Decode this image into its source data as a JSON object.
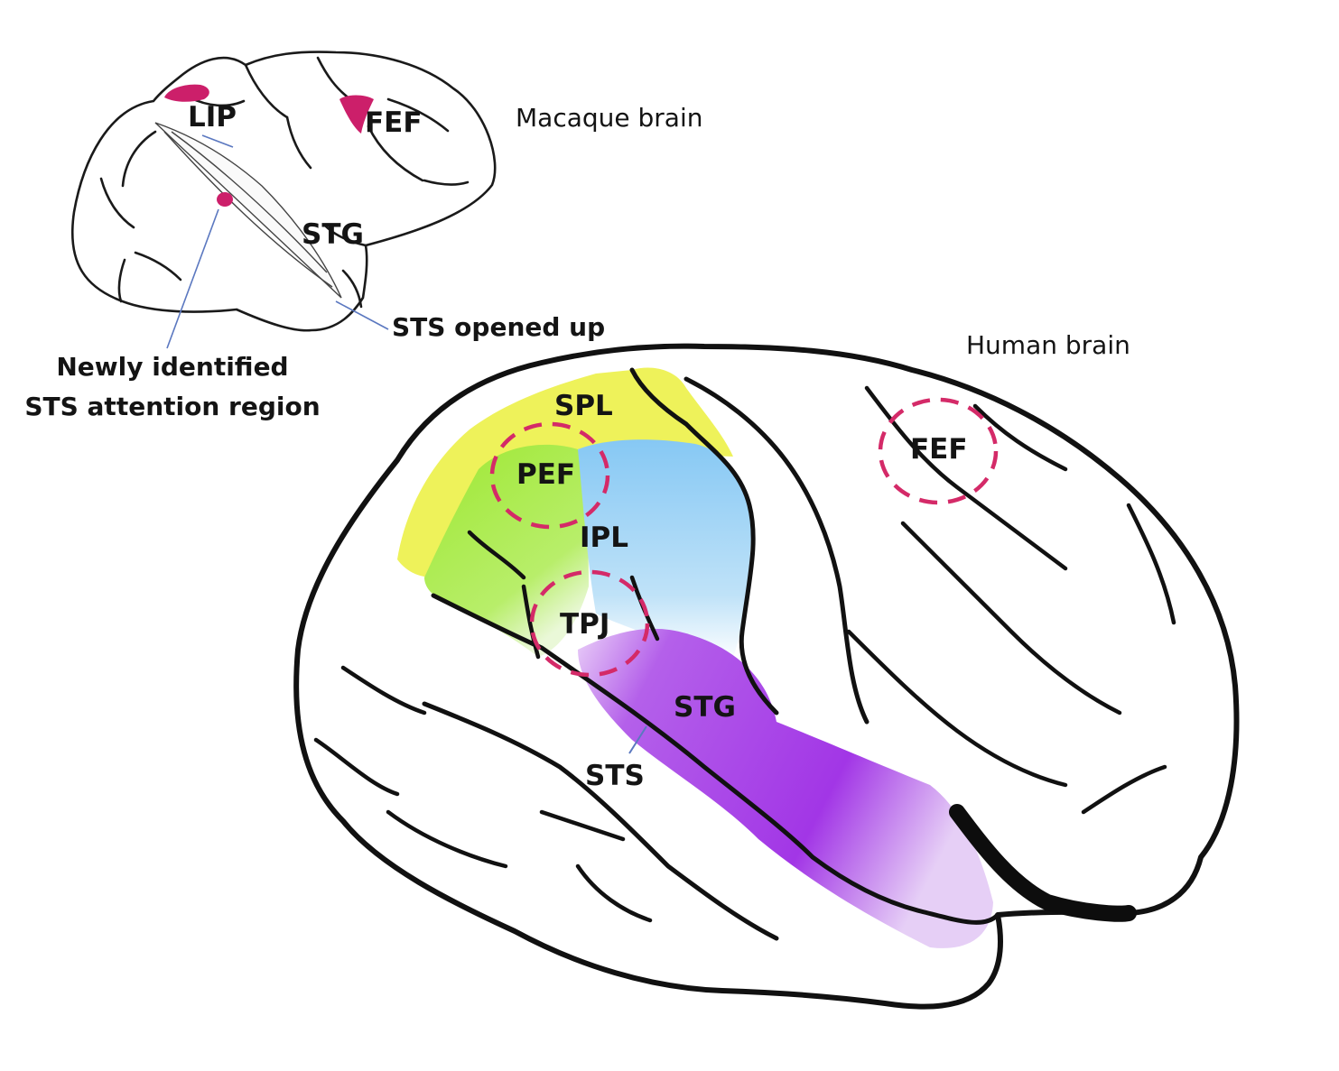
{
  "macaque": {
    "caption": "Macaque brain",
    "labels": {
      "lip": "LIP",
      "fef": "FEF",
      "stg": "STG"
    },
    "sts_callout": "STS opened up",
    "new_region_line1": "Newly identified",
    "new_region_line2": "STS attention region"
  },
  "human": {
    "caption": "Human brain",
    "labels": {
      "spl": "SPL",
      "pef": "PEF",
      "ipl": "IPL",
      "tpj": "TPJ",
      "stg": "STG",
      "sts": "STS",
      "fef": "FEF"
    }
  },
  "colors": {
    "highlight_dashed": "#d42a68",
    "macaque_spot": "#cc1f6a",
    "spl_yellow": "#ecf04a",
    "pef_green": "#a8ec3c",
    "ipl_blue": "#8ccdf5",
    "stg_purple": "#a43de6",
    "callout_line": "#5b78c0"
  }
}
